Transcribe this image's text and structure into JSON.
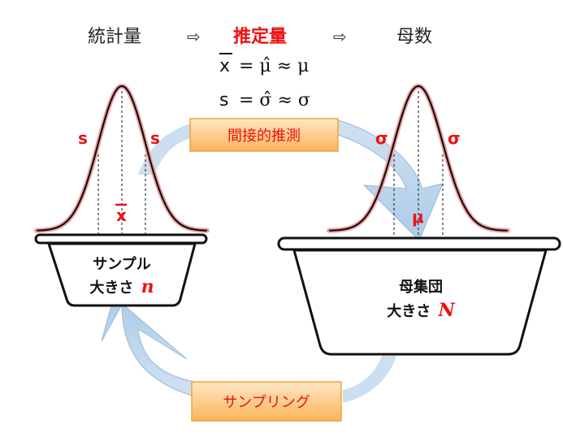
{
  "header": {
    "stat": "統計量",
    "arrow1": "⇨",
    "estimate": "推定量",
    "arrow2": "⇨",
    "param": "母数"
  },
  "formulas": {
    "mean_lhs": "x",
    "mean_rhs": "= μ̂ ≈ μ",
    "sd_lhs": "s",
    "sd_rhs": "= σ̂ ≈ σ"
  },
  "left_dist": {
    "sd_left": "s",
    "sd_right": "s",
    "mean": "x"
  },
  "right_dist": {
    "sd_left": "σ",
    "sd_right": "σ",
    "mean": "μ"
  },
  "inference_box": "間接的推測",
  "sampling_box": "サンプリング",
  "sample_tub": {
    "line1": "サンプル",
    "line2_prefix": "大きさ",
    "size_var": "n"
  },
  "population_tub": {
    "line1": "母集団",
    "line2_prefix": "大きさ",
    "size_var": "N"
  },
  "colors": {
    "red": "#ee1111",
    "curve_glow": "#f4a5a5",
    "arrow_fill": "#bfd7ec",
    "box_fill_top": "#fde7c2",
    "box_fill_bottom": "#f9b45c",
    "box_border": "#f2a43a"
  }
}
